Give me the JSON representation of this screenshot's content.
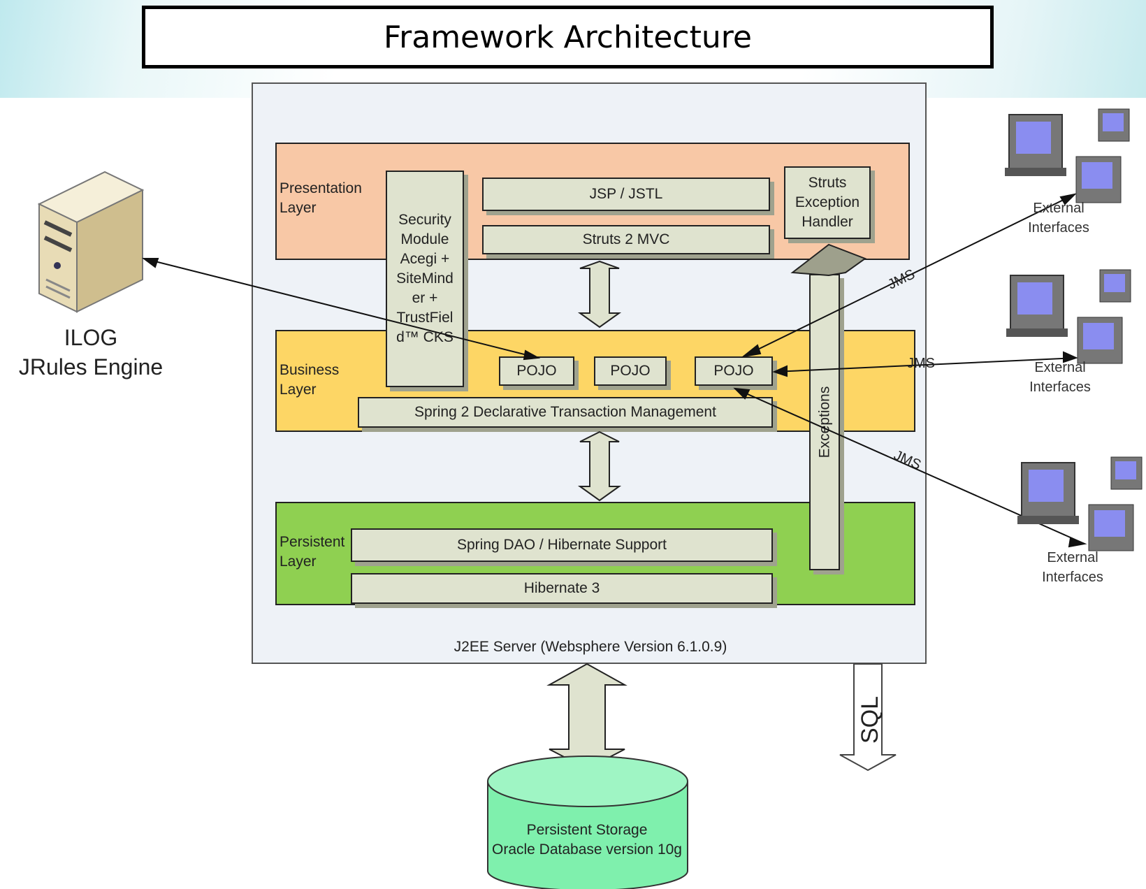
{
  "title": "Framework Architecture",
  "server": {
    "label": "J2EE Server (Websphere Version 6.1.0.9)"
  },
  "layers": {
    "presentation": {
      "label": "Presentation\nLayer",
      "color": "#f8c8a6"
    },
    "business": {
      "label": "Business\nLayer",
      "color": "#fdd665"
    },
    "persistent": {
      "label": "Persistent\nLayer",
      "color": "#8fd051"
    }
  },
  "blocks": {
    "security": "Security\nModule\nAcegi +\nSiteMind\ner +\nTrustFiel\nd™ CKS",
    "jsp": "JSP / JSTL",
    "struts_mvc": "Struts 2 MVC",
    "struts_exception": "Struts\nException\nHandler",
    "pojo_1": "POJO",
    "pojo_2": "POJO",
    "pojo_3": "POJO",
    "spring_tx": "Spring 2 Declarative Transaction Management",
    "spring_dao": "Spring DAO / Hibernate Support",
    "hibernate": "Hibernate 3",
    "exceptions": "Exceptions"
  },
  "ilog": {
    "line1": "ILOG",
    "line2": "JRules Engine"
  },
  "external": [
    {
      "label": "External\nInterfaces",
      "link": "JMS"
    },
    {
      "label": "External\nInterfaces",
      "link": "JMS"
    },
    {
      "label": "External\nInterfaces",
      "link": "JMS"
    }
  ],
  "storage": {
    "line1": "Persistent Storage",
    "line2": "Oracle Database version 10g",
    "color": "#7ff0ad"
  },
  "sql_label": "SQL"
}
